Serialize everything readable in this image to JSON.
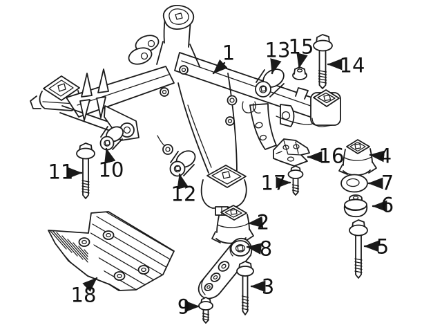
{
  "colors": {
    "line": "#1a1a1a",
    "background": "#ffffff",
    "label_text": "#101010"
  },
  "callouts": [
    {
      "number": "1",
      "part": "rear-crossmember-subframe"
    },
    {
      "number": "2",
      "part": "mount-bushing-front"
    },
    {
      "number": "3",
      "part": "long-flange-bolt"
    },
    {
      "number": "4",
      "part": "mount-bushing-rear"
    },
    {
      "number": "5",
      "part": "long-flange-bolt"
    },
    {
      "number": "6",
      "part": "lower-mount-insulator"
    },
    {
      "number": "7",
      "part": "washer"
    },
    {
      "number": "8",
      "part": "support-bracket-arm"
    },
    {
      "number": "9",
      "part": "short-flange-bolt"
    },
    {
      "number": "10",
      "part": "small-bushing"
    },
    {
      "number": "11",
      "part": "long-flange-bolt"
    },
    {
      "number": "12",
      "part": "small-bushing"
    },
    {
      "number": "13",
      "part": "small-bushing"
    },
    {
      "number": "14",
      "part": "long-flange-bolt"
    },
    {
      "number": "15",
      "part": "flange-nut"
    },
    {
      "number": "16",
      "part": "stamped-bracket"
    },
    {
      "number": "17",
      "part": "flange-bolt"
    },
    {
      "number": "18",
      "part": "skid-plate-stone-guard"
    }
  ]
}
